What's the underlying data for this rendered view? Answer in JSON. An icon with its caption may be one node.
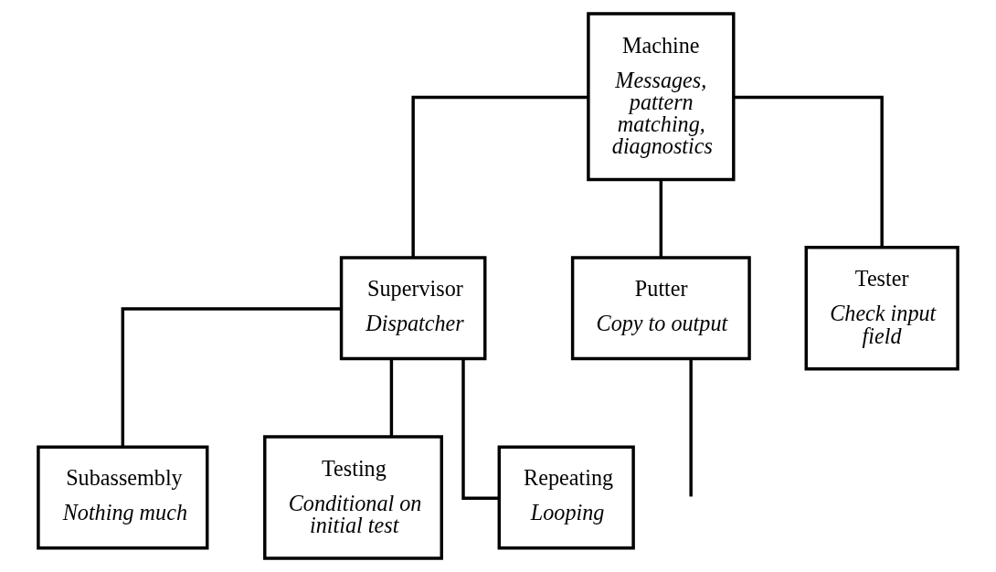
{
  "diagram": {
    "nodes": [
      {
        "text": [
          "Machine",
          "Messages, pattern matching, diagnostics"
        ]
      },
      {
        "text": [
          "Supervisor",
          "Dispatcher"
        ]
      },
      {
        "text": [
          "Putter",
          "Copy to output"
        ]
      },
      {
        "text": [
          "Tester",
          "Check input field"
        ]
      },
      {
        "text": [
          "Subassembly",
          "Nothing much"
        ]
      },
      {
        "text": [
          "Testing",
          "Conditional on initial test"
        ]
      },
      {
        "text": [
          "Repeating",
          "Looping"
        ]
      }
    ],
    "edges": [
      {
        "from": 0,
        "to": 1,
        "arrow": "none"
      },
      {
        "from": 0,
        "to": 2,
        "arrow": "none"
      },
      {
        "from": 0,
        "to": 3,
        "arrow": "none"
      },
      {
        "from": 2,
        "to": null,
        "arrow": "none"
      },
      {
        "from": 1,
        "to": 4,
        "arrow": "none"
      },
      {
        "from": 1,
        "to": 5,
        "arrow": "none"
      },
      {
        "from": 1,
        "to": 6,
        "arrow": "none"
      }
    ]
  }
}
